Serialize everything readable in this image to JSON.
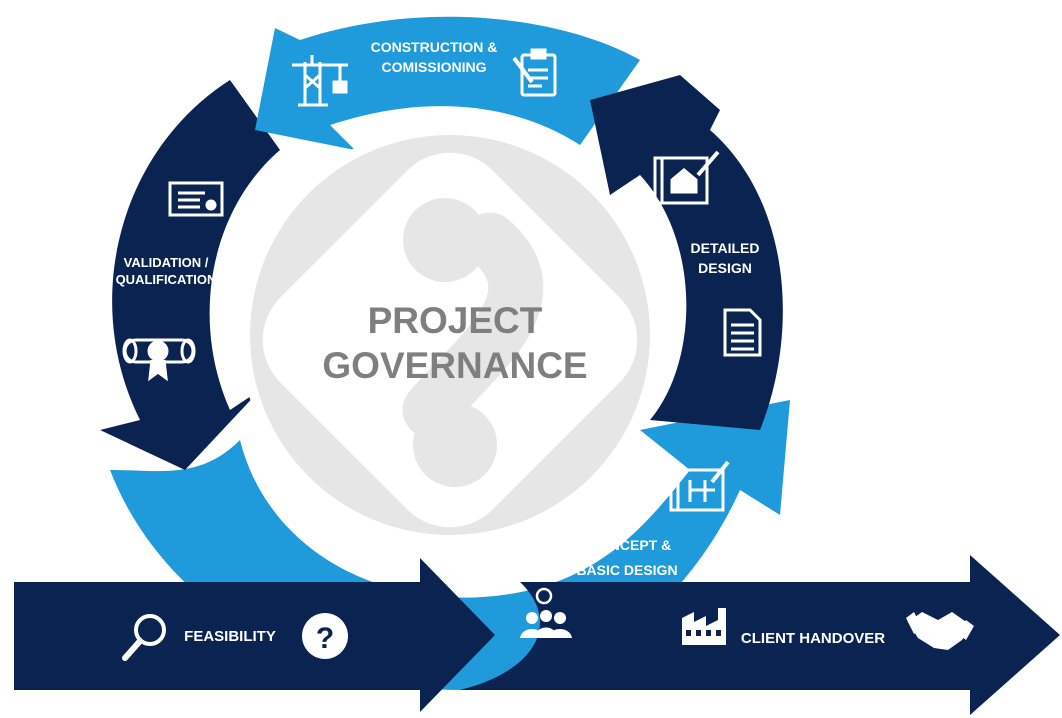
{
  "title": {
    "line1": "PROJECT",
    "line2": "GOVERNANCE"
  },
  "stages": {
    "construction": {
      "line1": "CONSTRUCTION &",
      "line2": "COMISSIONING",
      "icons": [
        "crane-icon",
        "clipboard-icon"
      ]
    },
    "detailed_design": {
      "line1": "DETAILED",
      "line2": "DESIGN",
      "icons": [
        "blueprint-house-icon",
        "document-icon"
      ]
    },
    "concept_design": {
      "line1": "CONCEPT &",
      "line2": "BASIC DESIGN",
      "icons": [
        "floorplan-icon",
        "team-idea-icon"
      ]
    },
    "validation": {
      "line1": "VALIDATION /",
      "line2": "QUALIFICATION",
      "icons": [
        "certificate-icon",
        "diploma-icon"
      ]
    },
    "feasibility": {
      "label": "FEASIBILITY",
      "icons": [
        "magnifier-icon",
        "question-icon"
      ]
    },
    "client_handover": {
      "label": "CLIENT HANDOVER",
      "icons": [
        "factory-icon",
        "handshake-icon"
      ]
    }
  },
  "colors": {
    "navy": "#0b2350",
    "light_blue": "#1f9bdc",
    "logo_grey": "#e6e6e6",
    "title_grey": "#7f7f7f",
    "icon_white": "#ffffff"
  }
}
